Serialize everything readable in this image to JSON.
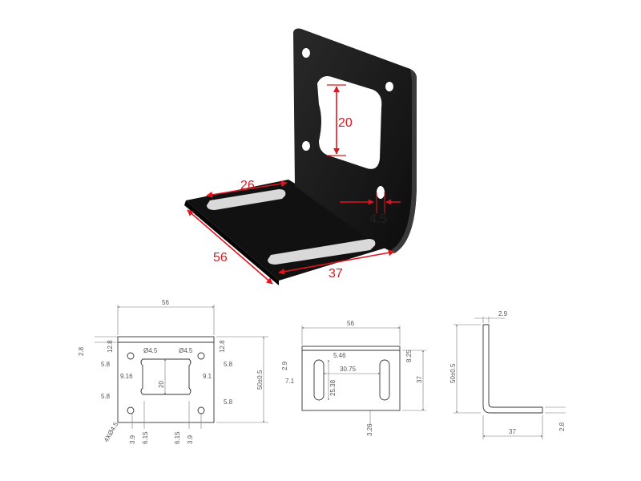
{
  "photo": {
    "dims": {
      "height": "20",
      "width": "26",
      "hole": "4.5",
      "depth": "56",
      "length": "37"
    },
    "colors": {
      "bracket": "#151515",
      "dimension": "#e0141e"
    }
  },
  "front_view": {
    "width_top": "56",
    "left_offset": "2.8",
    "top_a": "12.8",
    "top_b": "12.8",
    "hole_a": "Ø4.5",
    "hole_b": "Ø4.5",
    "left_58_top": "5.8",
    "right_58_top": "5.8",
    "left_916": "9.16",
    "right_91": "9.1",
    "center_20": "20",
    "left_58_bot": "5.8",
    "right_58_bot": "5.8",
    "holes_label": "4XØ4.5",
    "b1": "3.9",
    "b2": "6.15",
    "b3": "6.15",
    "b4": "3.9",
    "height_label": "50±0.5"
  },
  "top_view": {
    "width": "56",
    "d29": "2.9",
    "d546": "5.46",
    "d825": "8.25",
    "d3075": "30.75",
    "d71": "7.1",
    "d2538": "25.38",
    "d37": "37",
    "d326": "3.26"
  },
  "side_view": {
    "thickness": "2.9",
    "height": "50±0.5",
    "base": "37",
    "base_thick": "2.8"
  }
}
